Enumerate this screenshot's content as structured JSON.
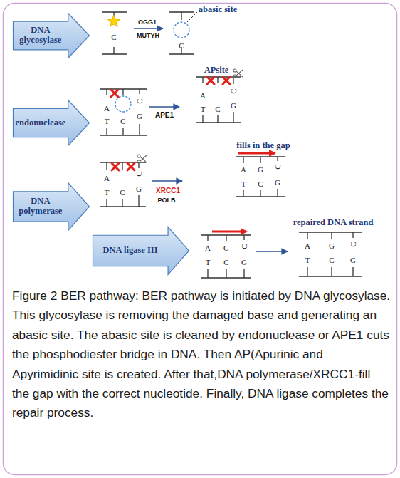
{
  "diagram": {
    "nodes": [
      {
        "text": [
          "DNA glycosylase"
        ]
      },
      {
        "text": [
          "endonuclease"
        ]
      },
      {
        "text": [
          "DNA polymerase"
        ]
      },
      {
        "text": [
          "DNA ligase III"
        ]
      }
    ],
    "labels": [
      "OGG1",
      "MUTYH",
      "abasic site",
      "C",
      "C",
      "A",
      "T",
      "C",
      "C",
      "G",
      "APE1",
      "APsite",
      "A",
      "T",
      "C",
      "C",
      "G",
      "A",
      "T",
      "C",
      "C",
      "G",
      "XRCC1",
      "POLB",
      "fills in the gap",
      "A",
      "T",
      "G",
      "C",
      "C",
      "G",
      "A",
      "T",
      "G",
      "C",
      "C",
      "G",
      "repaired DNA strand",
      "A",
      "T",
      "G",
      "C",
      "C",
      "G"
    ],
    "caption": "Figure 2 BER pathway: BER pathway is initiated by DNA glycosylase. This glycosylase is removing the damaged base and generating an abasic site. The abasic site is cleaned by endonuclease or APE1 cuts the phosphodiester bridge in DNA. Then AP(Apurinic and Apyrimidinic site is created. After that,DNA polymerase/XRCC1-fill the gap with the correct nucleotide. Finally, DNA ligase completes the repair process."
  }
}
